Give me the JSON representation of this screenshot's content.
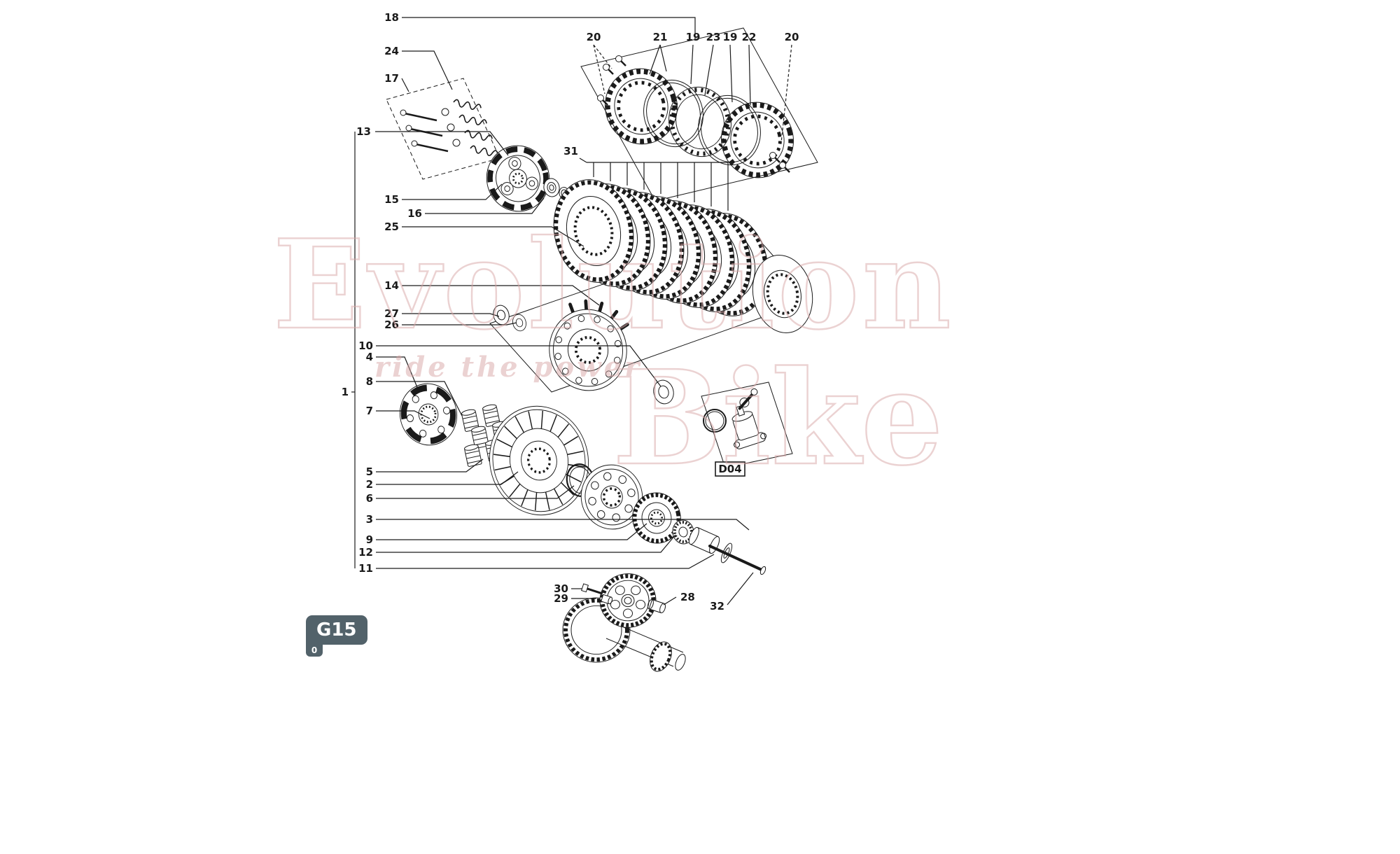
{
  "colors": {
    "line-color": "#1a1a1a",
    "wm-color": "#d9a7a7",
    "badge-bg": "#52626a"
  },
  "watermark": {
    "line1": "Evolution",
    "line2": "Bike",
    "tagline": "ride the power"
  },
  "badge": {
    "code": "G15",
    "rev": "0"
  },
  "inset": {
    "label": "D04"
  },
  "callouts": {
    "1": "1",
    "2": "2",
    "3": "3",
    "4": "4",
    "5": "5",
    "6": "6",
    "7": "7",
    "8": "8",
    "9": "9",
    "10": "10",
    "11": "11",
    "12": "12",
    "13": "13",
    "14": "14",
    "15": "15",
    "16": "16",
    "17": "17",
    "18": "18",
    "19": "19",
    "20": "20",
    "21": "21",
    "22": "22",
    "23": "23",
    "24": "24",
    "25": "25",
    "26": "26",
    "27": "27",
    "28": "28",
    "29": "29",
    "30": "30",
    "31": "31",
    "32": "32"
  }
}
